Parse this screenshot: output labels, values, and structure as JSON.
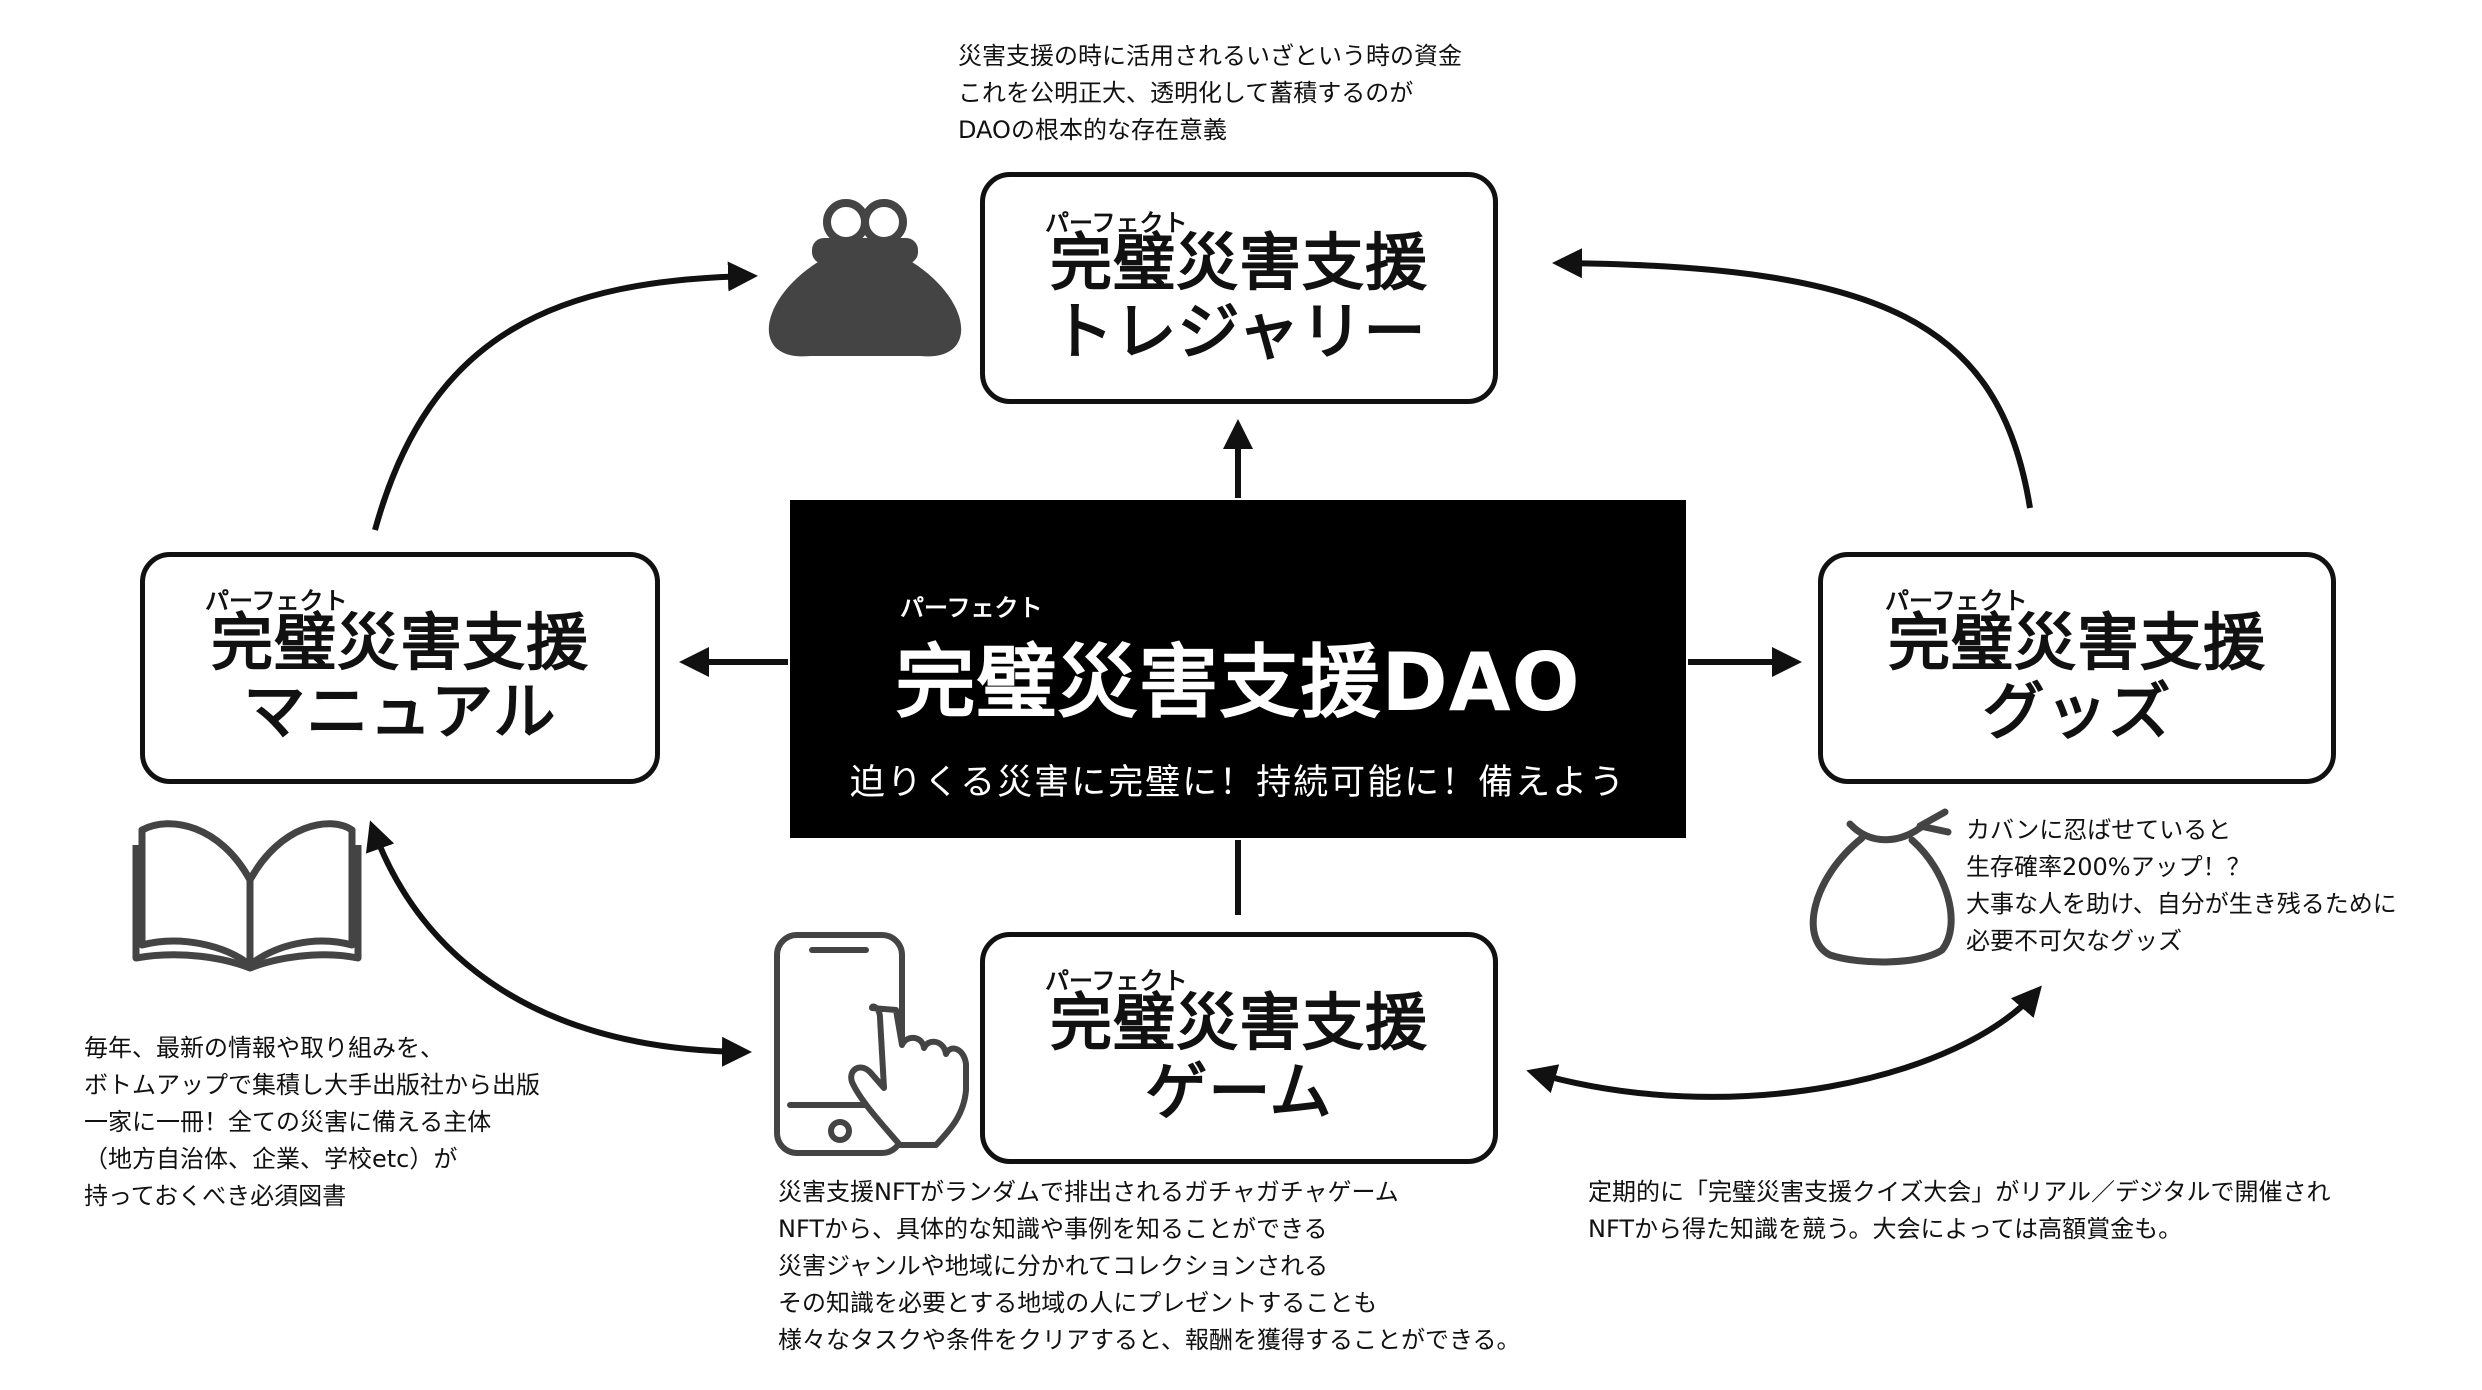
{
  "ruby_label": "パーフェクト",
  "center": {
    "title": "完璧災害支援DAO",
    "subtitle": "迫りくる災害に完璧に！持続可能に！備えよう"
  },
  "boxes": {
    "treasury": [
      "完璧災害支援",
      "トレジャリー"
    ],
    "manual": [
      "完璧災害支援",
      "マニュアル"
    ],
    "goods": [
      "完璧災害支援",
      "グッズ"
    ],
    "game": [
      "完璧災害支援",
      "ゲーム"
    ]
  },
  "notes": {
    "treasury": [
      "災害支援の時に活用されるいざという時の資金",
      "これを公明正大、透明化して蓄積するのが",
      "DAOの根本的な存在意義"
    ],
    "goods": [
      "カバンに忍ばせていると",
      "生存確率200%アップ！？",
      "大事な人を助け、自分が生き残るために",
      "必要不可欠なグッズ"
    ],
    "manual": [
      "毎年、最新の情報や取り組みを、",
      "ボトムアップで集積し大手出版社から出版",
      "一家に一冊！全ての災害に備える主体",
      "（地方自治体、企業、学校etc）が",
      "持っておくべき必須図書"
    ],
    "game": [
      "災害支援NFTがランダムで排出されるガチャガチャゲーム",
      "NFTから、具体的な知識や事例を知ることができる",
      "災害ジャンルや地域に分かれてコレクションされる",
      "その知識を必要とする地域の人にプレゼントすることも",
      "様々なタスクや条件をクリアすると、報酬を獲得することができる。"
    ],
    "quiz": [
      "定期的に「完璧災害支援クイズ大会」がリアル／デジタルで開催され",
      "NFTから得た知識を競う。大会によっては高額賞金も。"
    ]
  },
  "icons": [
    "coin-purse-icon",
    "open-book-icon",
    "smartphone-tap-icon",
    "money-bag-icon"
  ],
  "colors": {
    "ink": "#111111",
    "center_bg": "#000000",
    "center_text": "#ffffff",
    "icon_fill": "#444444"
  }
}
